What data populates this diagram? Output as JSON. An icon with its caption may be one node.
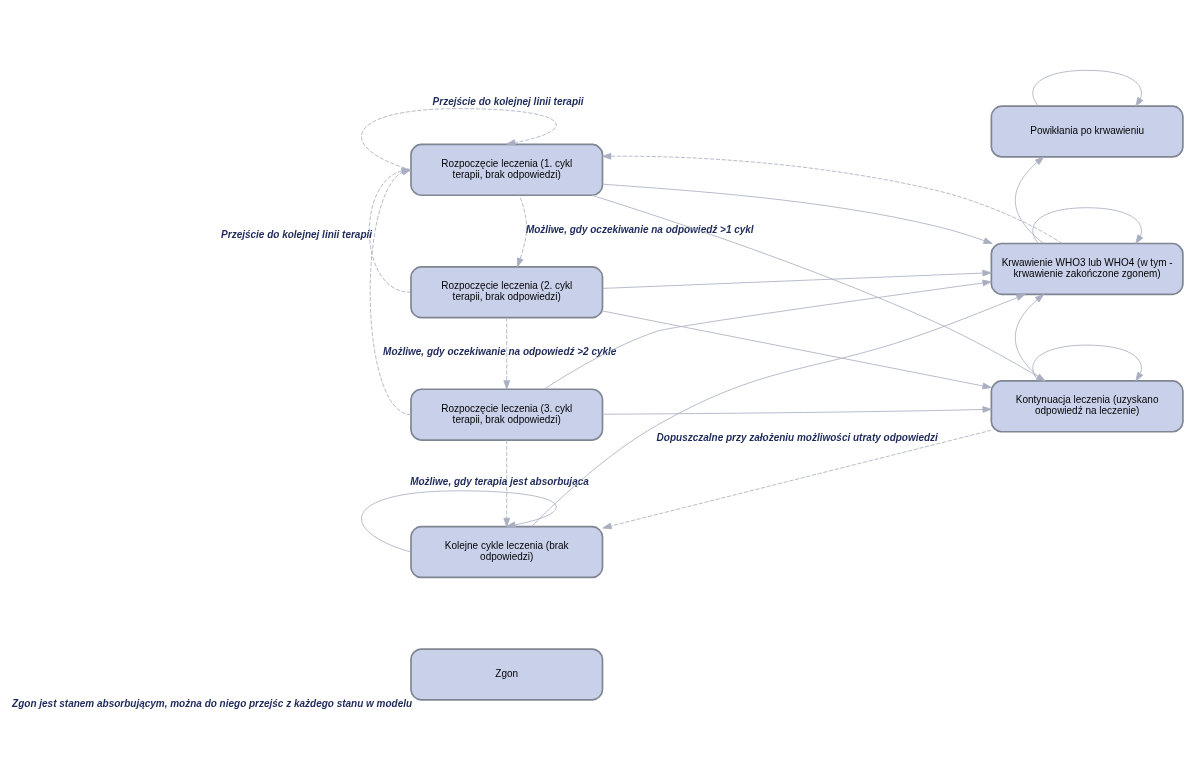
{
  "diagram": {
    "nodes": [
      {
        "text": [
          "Rozpoczęcie leczenia (1. cykl terapii, brak odpowiedzi)"
        ]
      },
      {
        "text": [
          "Rozpoczęcie leczenia (2. cykl terapii, brak odpowiedzi)"
        ]
      },
      {
        "text": [
          "Rozpoczęcie leczenia (3. cykl terapii, brak odpowiedzi)"
        ]
      },
      {
        "text": [
          "Kolejne cykle leczenia (brak odpowiedzi)"
        ]
      },
      {
        "text": [
          "Powikłania po krwawieniu"
        ]
      },
      {
        "text": [
          "Krwawienie WHO3 lub WHO4 (w tym - krwawienie zakończone zgonem)"
        ]
      },
      {
        "text": [
          "Kontynuacja leczenia (uzyskano odpowiedź na leczenie)"
        ]
      },
      {
        "text": [
          "Zgon"
        ],
        "beside": [
          "Zgon jest stanem absorbującym, można do niego przejśc z każdego stanu w modelu"
        ]
      }
    ],
    "edges": [
      {
        "from": 0,
        "to": 0,
        "arrow": "to",
        "style": "dashed",
        "label": "Przejście do kolejnej linii terapii"
      },
      {
        "from": 1,
        "to": 0,
        "arrow": "to",
        "style": "dashed",
        "label": "Przejście do kolejnej linii terapii"
      },
      {
        "from": 2,
        "to": 0,
        "arrow": "to",
        "style": "dashed"
      },
      {
        "from": 0,
        "to": 1,
        "arrow": "to",
        "style": "dashed",
        "label": "Możliwe, gdy oczekiwanie na odpowiedź >1 cykl"
      },
      {
        "from": 1,
        "to": 2,
        "arrow": "to",
        "style": "dashed",
        "label": "Możliwe, gdy oczekiwanie na odpowiedź >2 cykle"
      },
      {
        "from": 2,
        "to": 3,
        "arrow": "to",
        "style": "dashed",
        "label": "Możliwe, gdy terapia jest absorbująca"
      },
      {
        "from": 3,
        "to": 3,
        "arrow": "to"
      },
      {
        "from": 0,
        "to": 5,
        "arrow": "to"
      },
      {
        "from": 0,
        "to": 6,
        "arrow": "to"
      },
      {
        "from": 1,
        "to": 5,
        "arrow": "to"
      },
      {
        "from": 1,
        "to": 6,
        "arrow": "to"
      },
      {
        "from": 2,
        "to": 5,
        "arrow": "to"
      },
      {
        "from": 2,
        "to": 6,
        "arrow": "to"
      },
      {
        "from": 3,
        "to": 5,
        "arrow": "to"
      },
      {
        "from": 5,
        "to": 0,
        "arrow": "to",
        "style": "dashed"
      },
      {
        "from": 4,
        "to": 4,
        "arrow": "to"
      },
      {
        "from": 5,
        "to": 4,
        "arrow": "to"
      },
      {
        "from": 5,
        "to": 5,
        "arrow": "to"
      },
      {
        "from": 6,
        "to": 5,
        "arrow": "to"
      },
      {
        "from": 6,
        "to": 6,
        "arrow": "to"
      },
      {
        "from": 6,
        "to": 3,
        "arrow": "to",
        "style": "dashed",
        "label": "Dopuszczalne przy założeniu możliwości utraty odpowiedzi"
      }
    ]
  }
}
